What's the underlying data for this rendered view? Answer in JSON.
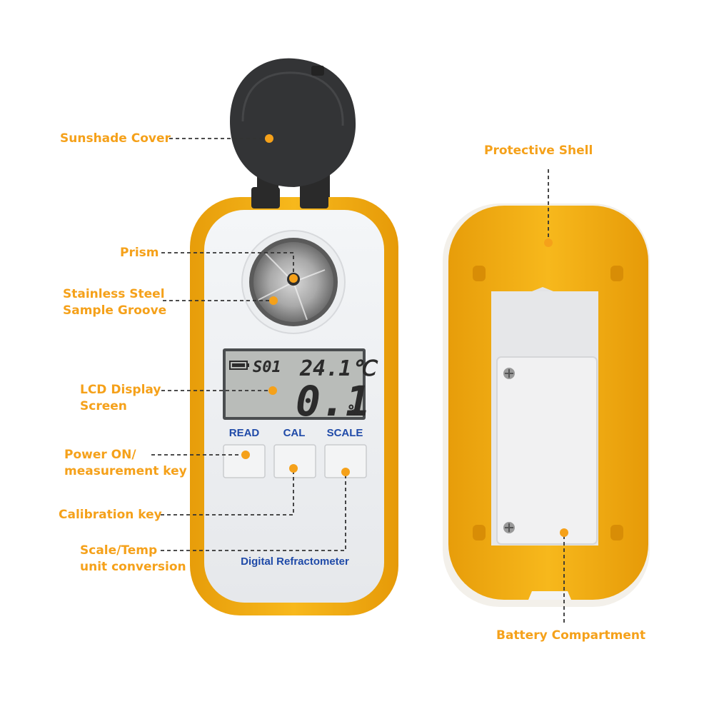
{
  "labels": {
    "sunshade_cover": "Sunshade Cover",
    "prism": "Prism",
    "sample_groove": "Stainless Steel\nSample Groove",
    "lcd_display": "LCD Display\nScreen",
    "power_key": "Power ON/\nmeasurement key",
    "calibration_key": "Calibration key",
    "scale_temp": "Scale/Temp\nunit conversion",
    "protective_shell": "Protective Shell",
    "battery_compartment": "Battery Compartment"
  },
  "device": {
    "brand_text": "Digital Refractometer",
    "buttons": {
      "read": "READ",
      "cal": "CAL",
      "scale": "SCALE"
    },
    "lcd": {
      "mode": "S01",
      "temperature": "24.1℃",
      "reading": "0.1",
      "unit": "%"
    }
  },
  "colors": {
    "label_orange": "#f5a11a",
    "shell_orange": "#f5b416",
    "button_blue": "#1f4aa8",
    "lcd_bg": "#b9bcb9"
  }
}
